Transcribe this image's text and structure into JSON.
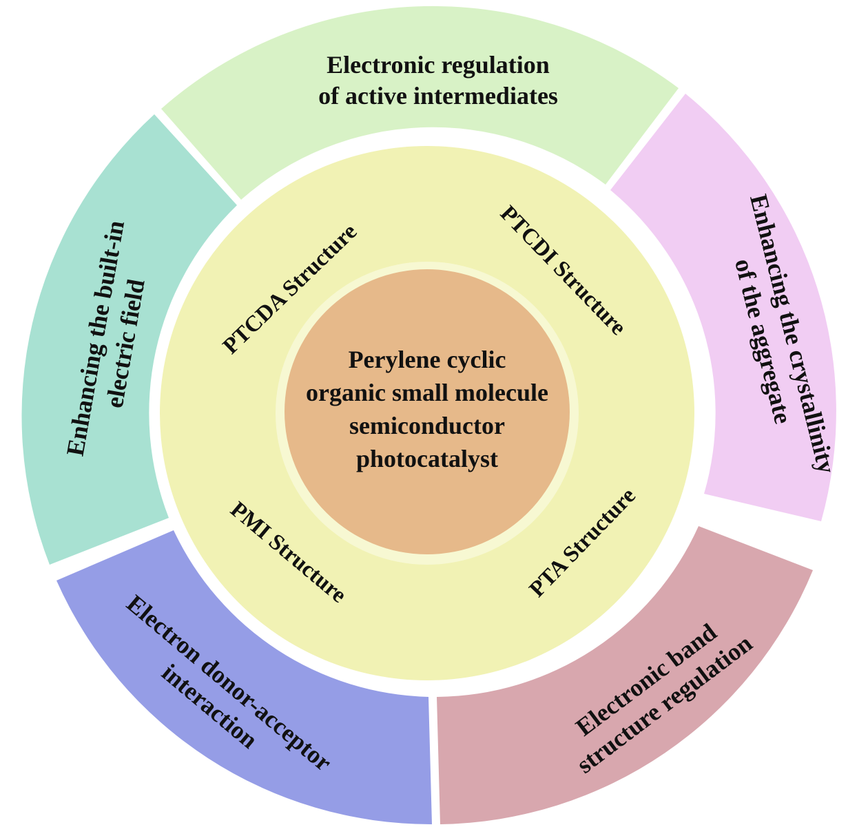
{
  "center": {
    "lines": [
      "Perylene cyclic",
      "organic small molecule",
      "semiconductor",
      "photocatalyst"
    ],
    "color": "#e6b98a"
  },
  "middle_ring": {
    "color": "#f1f2b4",
    "labels": [
      "PTCDA Structure",
      "PTCDI Structure",
      "PMI Structure",
      "PTA Structure"
    ]
  },
  "outer_segments": [
    {
      "id": "top",
      "lines": [
        "Electronic regulation",
        "of active intermediates"
      ],
      "color": "#d8f2c6"
    },
    {
      "id": "right",
      "lines": [
        "Enhancing the crystallinity",
        "of the aggregate"
      ],
      "color": "#f1cdf3"
    },
    {
      "id": "bottom-right",
      "lines": [
        "Electronic band",
        "structure regulation"
      ],
      "color": "#d8a7ae"
    },
    {
      "id": "bottom-left",
      "lines": [
        "Electron donor-acceptor",
        "interaction"
      ],
      "color": "#959de6"
    },
    {
      "id": "left",
      "lines": [
        "Enhancing the built-in",
        "electric field"
      ],
      "color": "#a8e1d2"
    }
  ]
}
